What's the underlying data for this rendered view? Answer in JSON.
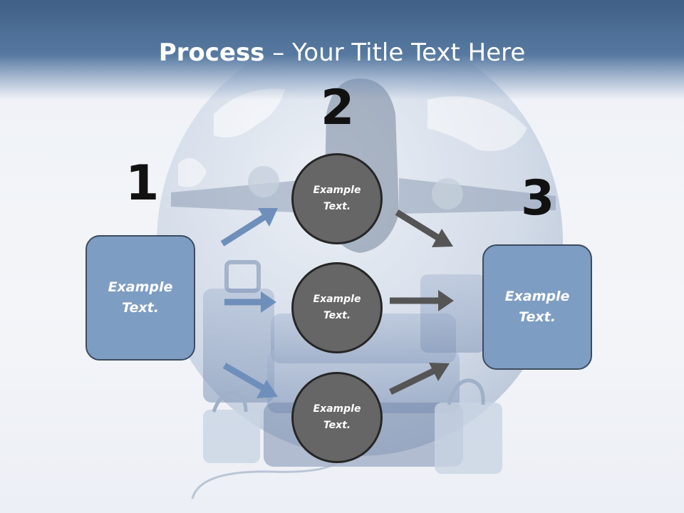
{
  "title": {
    "bold": "Process",
    "rest": " – Your Title Text Here"
  },
  "steps": [
    {
      "number": "1",
      "box_text": "Example\nText."
    },
    {
      "number": "2"
    },
    {
      "number": "3",
      "box_text": "Example\nText."
    }
  ],
  "circles": [
    {
      "text": "Example\nText."
    },
    {
      "text": "Example\nText."
    },
    {
      "text": "Example\nText."
    }
  ],
  "colors": {
    "header": "#4a6c94",
    "box_fill": "#7e9dc3",
    "circle_fill": "#666666",
    "arrow_blue": "#6f8fbb",
    "arrow_dark": "#555555"
  }
}
